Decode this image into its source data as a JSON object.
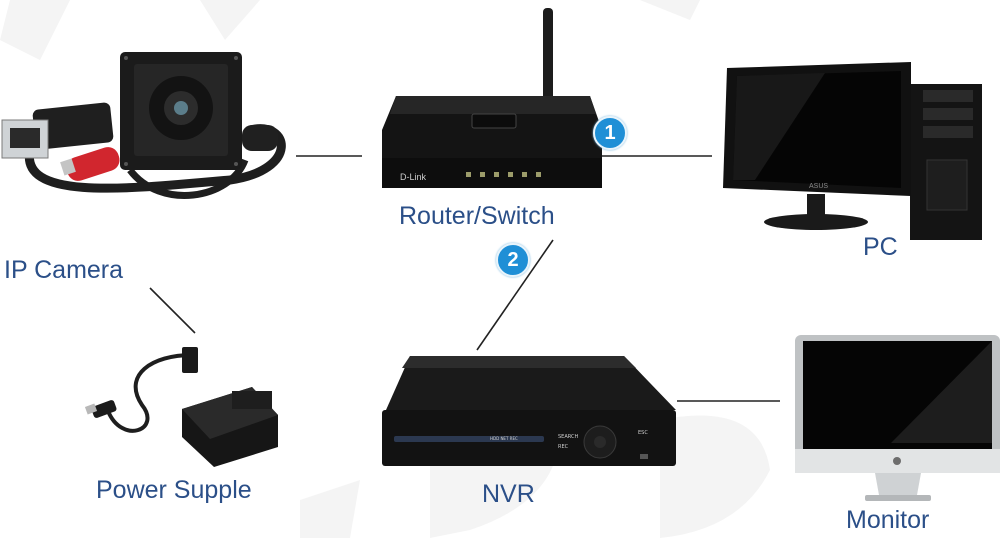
{
  "nodes": {
    "ip_camera": "IP Camera",
    "router": "Router/Switch",
    "pc": "PC",
    "power": "Power Supple",
    "nvr": "NVR",
    "monitor": "Monitor"
  },
  "badges": {
    "one": "1",
    "two": "2"
  },
  "device_text": {
    "router_brand": "D-Link",
    "pc_brand": "ASUS"
  },
  "colors": {
    "label": "#2b4f88",
    "badge": "#1f8fd6",
    "line": "#222222"
  }
}
